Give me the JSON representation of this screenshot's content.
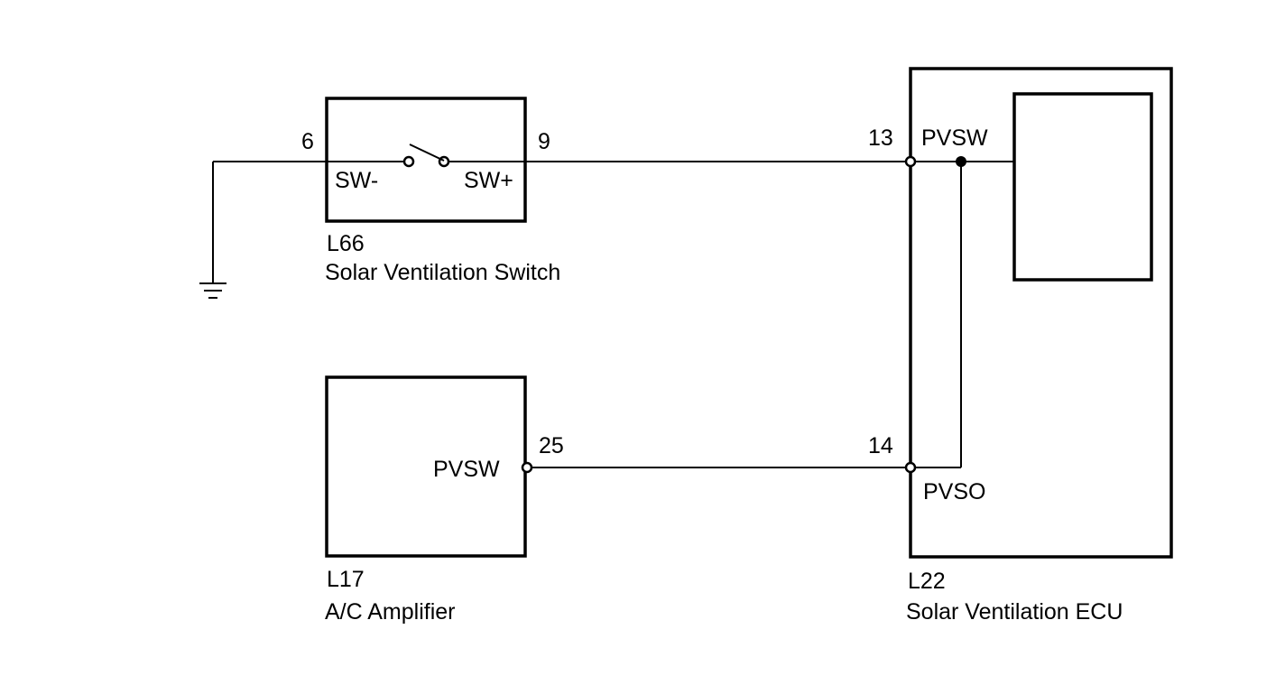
{
  "components": {
    "switch": {
      "code": "L66",
      "name": "Solar Ventilation Switch",
      "pin_left": "6",
      "pin_right": "9",
      "label_left": "SW-",
      "label_right": "SW+"
    },
    "amplifier": {
      "code": "L17",
      "name": "A/C Amplifier",
      "pin": "25",
      "signal": "PVSW"
    },
    "ecu": {
      "code": "L22",
      "name": "Solar Ventilation ECU",
      "pin_top": "13",
      "pin_bottom": "14",
      "signal_top": "PVSW",
      "signal_bottom": "PVSO"
    }
  }
}
